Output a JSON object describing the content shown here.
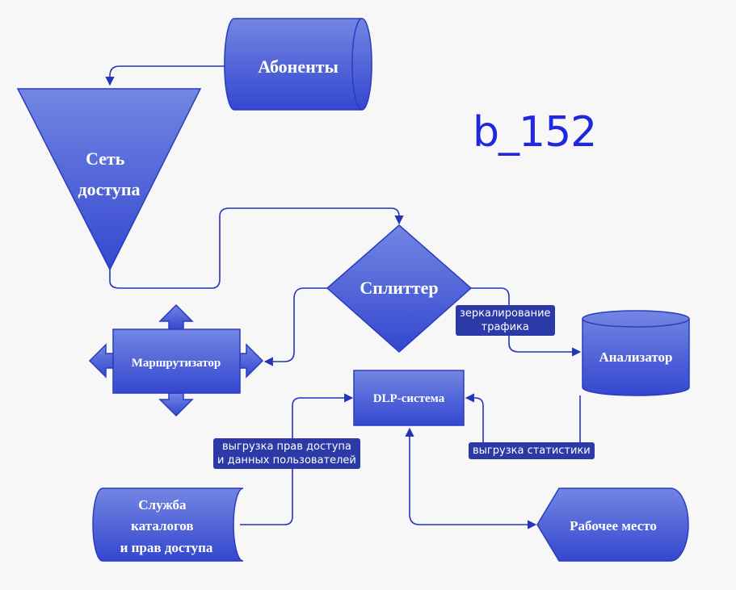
{
  "watermark": "b_152",
  "nodes": {
    "subscribers": "Абоненты",
    "access_network": [
      "Сеть",
      "доступа"
    ],
    "splitter": "Сплиттер",
    "router": "Маршрутизатор",
    "analyzer": "Анализатор",
    "dlp": "DLP-система",
    "directory": [
      "Служба",
      "каталогов",
      "и прав доступа"
    ],
    "workstation": "Рабочее место"
  },
  "edge_labels": {
    "mirroring": [
      "зеркалирование",
      "трафика"
    ],
    "stats_upload": "выгрузка статистики",
    "rights_upload": [
      "выгрузка прав доступа",
      "и данных пользователей"
    ]
  },
  "colors": {
    "node_top": "#7084e0",
    "node_bottom": "#3346cf",
    "connector": "#2435b8",
    "label_bg": "#2b3aa6",
    "watermark": "#1f28e0"
  }
}
